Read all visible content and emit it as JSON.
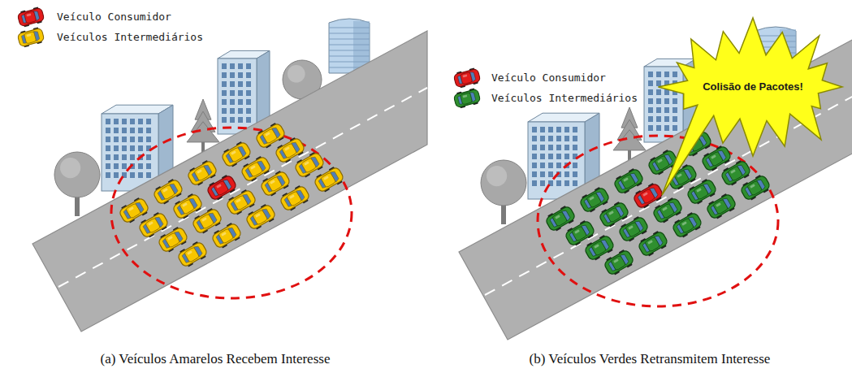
{
  "diagram": {
    "nodes": [
      {
        "text": [
          "Colisão de Pacotes!"
        ]
      }
    ],
    "labels": [
      "(a) Veículos Amarelos Recebem Interesse",
      "(b) Veículos Verdes Retransmitem Interesse"
    ],
    "legend": [
      {
        "text": "Veículo Consumidor"
      },
      {
        "text": "Veículos Intermediários"
      },
      {
        "text": "Veículo Consumidor"
      },
      {
        "text": "Veículos Intermediários"
      }
    ]
  }
}
